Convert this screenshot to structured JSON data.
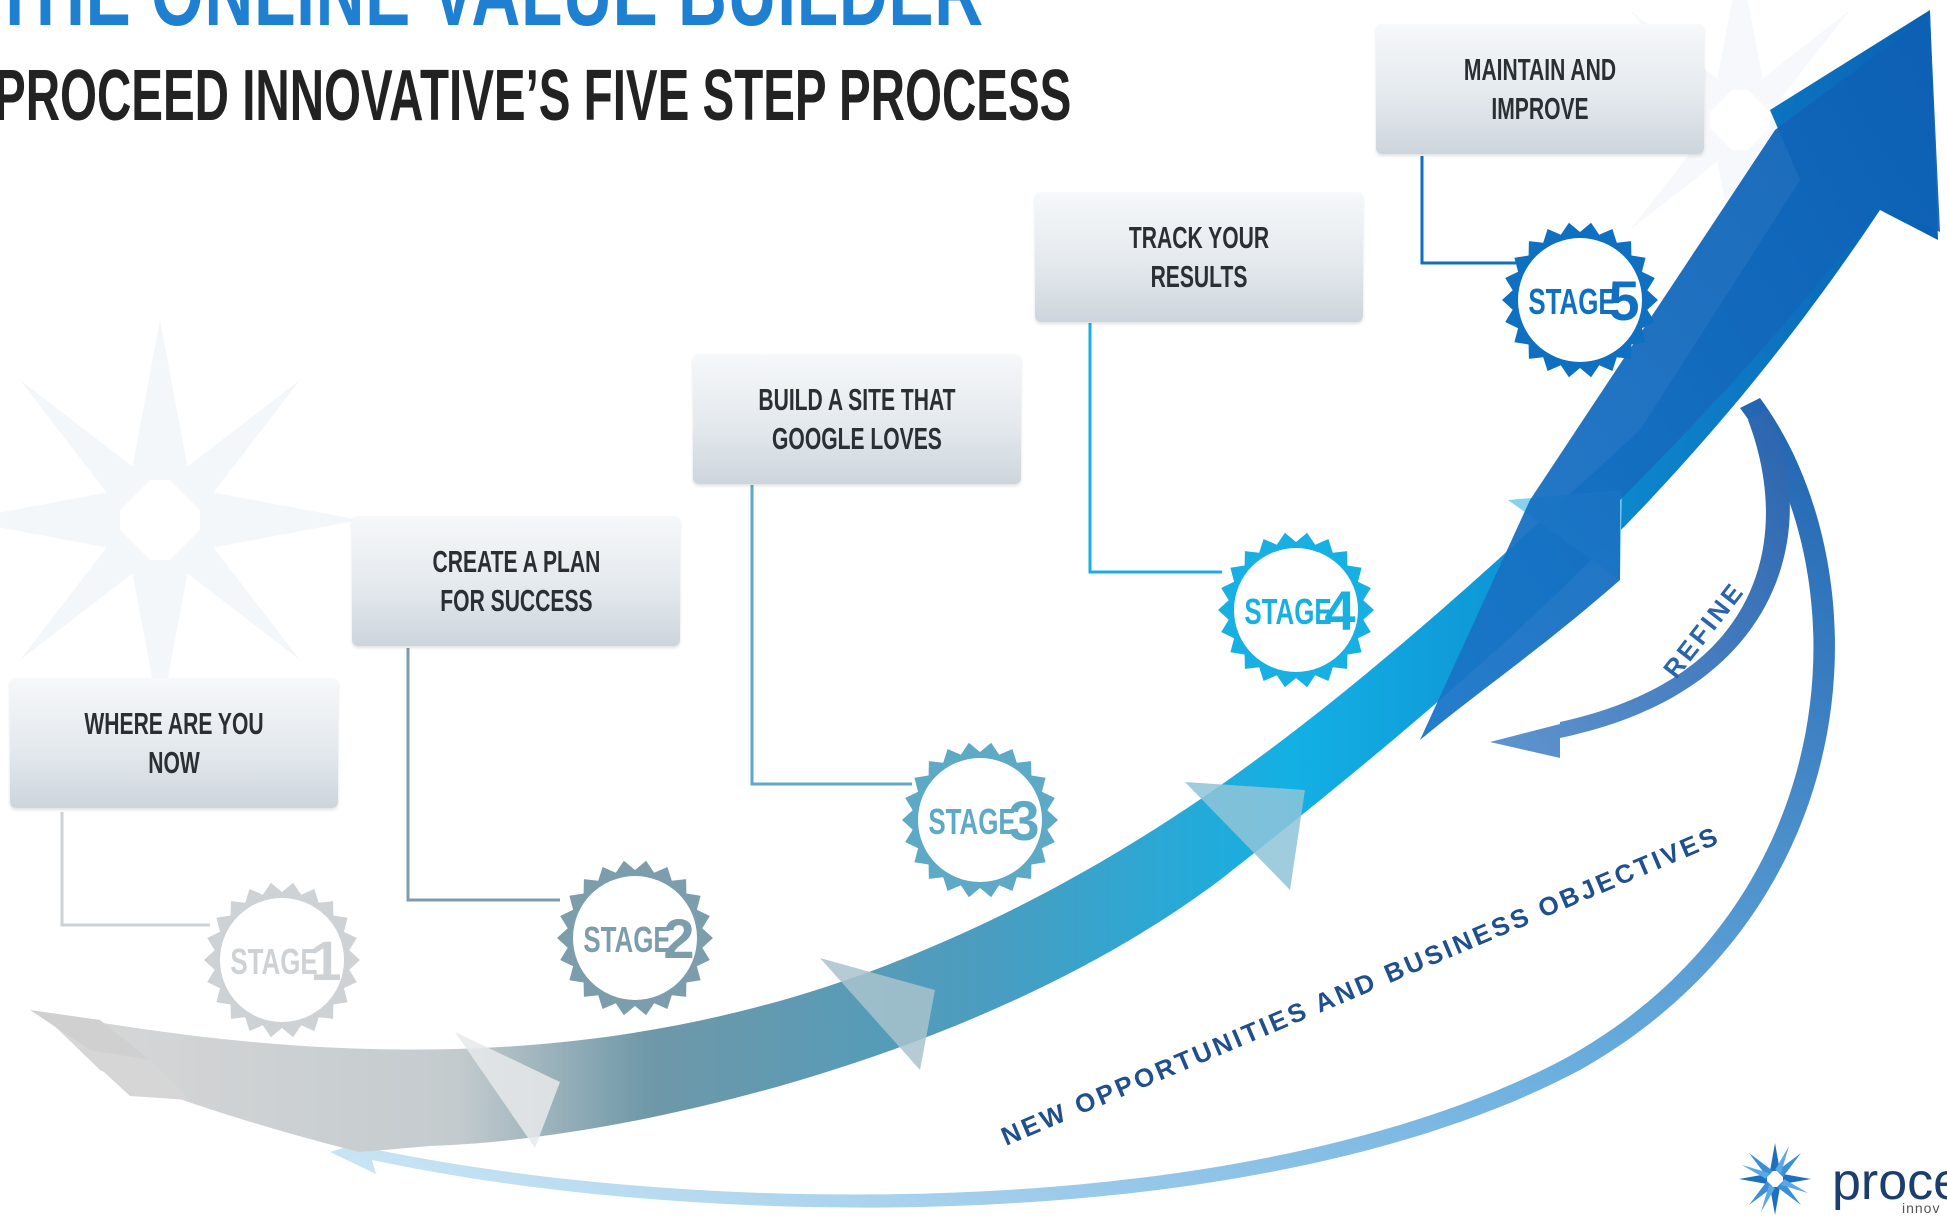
{
  "title": "THE ONLINE VALUE BUILDER",
  "subtitle": "PROCEED INNOVATIVE’S FIVE STEP PROCESS",
  "colors": {
    "title_blue": "#1f7fd0",
    "subtitle_dark": "#222222",
    "stage1": "#cfd2d4",
    "stage2": "#7c9dac",
    "stage3": "#5ea9c6",
    "stage4": "#18b0e2",
    "stage5": "#0f6fc0",
    "arrow_light": "#9fd4ee",
    "arrow_dark": "#2e74bb"
  },
  "steps": [
    {
      "label": "WHERE ARE YOU NOW",
      "stage_word": "STAGE",
      "stage_number": "1"
    },
    {
      "label": "CREATE A PLAN\nFOR SUCCESS",
      "stage_word": "STAGE",
      "stage_number": "2"
    },
    {
      "label": "BUILD A SITE THAT\nGOOGLE LOVES",
      "stage_word": "STAGE",
      "stage_number": "3"
    },
    {
      "label": "TRACK YOUR RESULTS",
      "stage_word": "STAGE",
      "stage_number": "4"
    },
    {
      "label": "MAINTAIN AND IMPROVE",
      "stage_word": "STAGE",
      "stage_number": "5"
    }
  ],
  "loop_labels": {
    "refine": "REFINE",
    "new_opportunities": "NEW OPPORTUNITIES AND BUSINESS OBJECTIVES"
  },
  "logo": {
    "text": "procee",
    "sub": "innov",
    "icon": "starburst-logo-icon"
  }
}
